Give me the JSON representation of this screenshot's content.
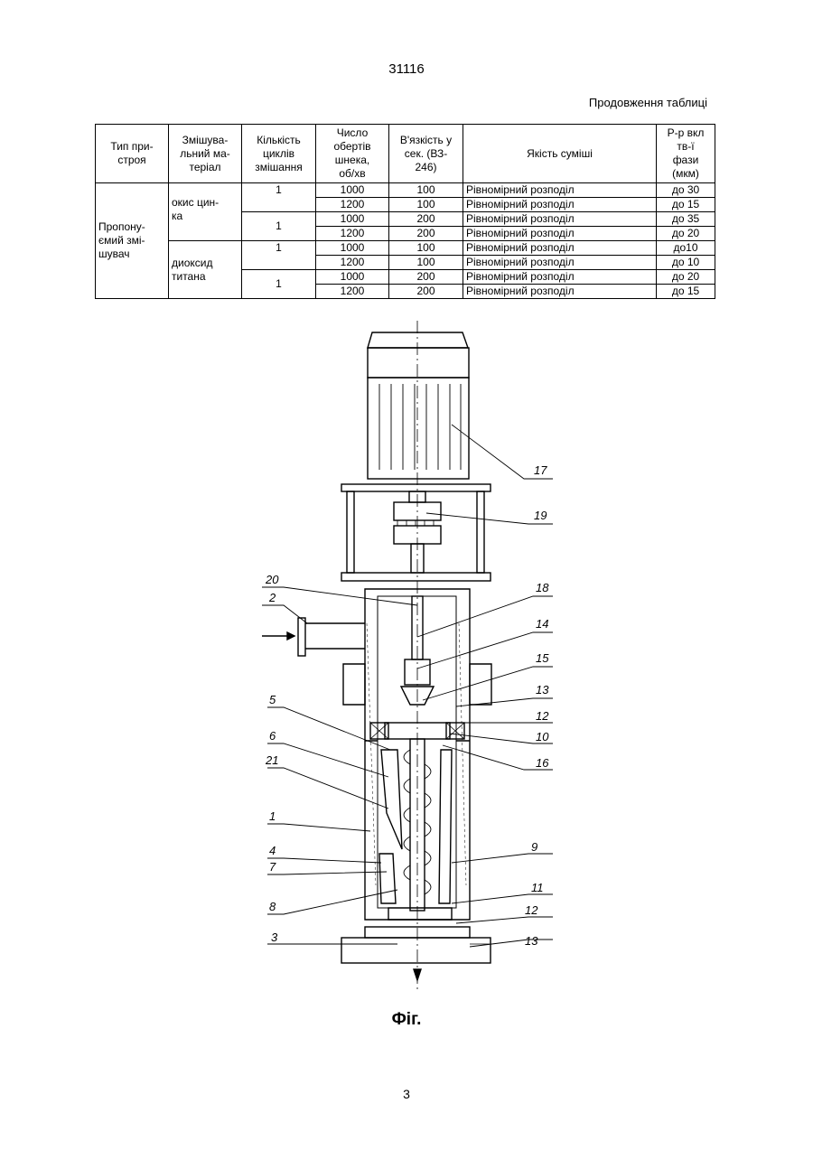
{
  "header": {
    "doc_number": "31116",
    "continuation": "Продовження таблиці"
  },
  "table": {
    "headers": [
      "Тип пристроя",
      "Змішувальний матеріал",
      "Кількість циклів змішання",
      "Число обертів шнека, об/хв",
      "В'язкість у сек. (ВЗ-246)",
      "Якість суміші",
      "Р-р включень тв-ї фази (мкм)"
    ],
    "header_display": [
      "Тип при-\nстроя",
      "Змішува-\nльний ма-\nтеріал",
      "Кількість\nциклів\nзмішання",
      "Число\nобертів\nшнека,\nоб/хв",
      "В'язкість у\nсек. (ВЗ-\n246)",
      "Якість суміші",
      "Р-р вкл\nтв-ї\nфази\n(мкм)"
    ],
    "device_type": "Пропону-\nємий змі-\nшувач",
    "materials": [
      "окис цин-\nка",
      "диоксид\nтитана"
    ],
    "cycles": [
      "1",
      "1",
      "1",
      "1"
    ],
    "rows": [
      {
        "speed": "1000",
        "viscosity": "100",
        "quality": "Рівномірний розподіл",
        "size": "до 30"
      },
      {
        "speed": "1200",
        "viscosity": "100",
        "quality": "Рівномірний розподіл",
        "size": "до 15"
      },
      {
        "speed": "1000",
        "viscosity": "200",
        "quality": "Рівномірний розподіл",
        "size": "до 35"
      },
      {
        "speed": "1200",
        "viscosity": "200",
        "quality": "Рівномірний розподіл",
        "size": "до 20"
      },
      {
        "speed": "1000",
        "viscosity": "100",
        "quality": "Рівномірний розподіл",
        "size": "до10"
      },
      {
        "speed": "1200",
        "viscosity": "100",
        "quality": "Рівномірний розподіл",
        "size": "до 10"
      },
      {
        "speed": "1000",
        "viscosity": "200",
        "quality": "Рівномірний розподіл",
        "size": "до 20"
      },
      {
        "speed": "1200",
        "viscosity": "200",
        "quality": "Рівномірний розподіл",
        "size": "до 15"
      }
    ]
  },
  "figure": {
    "labels": [
      "17",
      "19",
      "20",
      "2",
      "18",
      "14",
      "15",
      "13",
      "12",
      "10",
      "16",
      "5",
      "6",
      "21",
      "1",
      "4",
      "7",
      "8",
      "9",
      "11",
      "12",
      "3",
      "13"
    ],
    "caption": "Фіг."
  },
  "footer": {
    "page_number": "3"
  }
}
